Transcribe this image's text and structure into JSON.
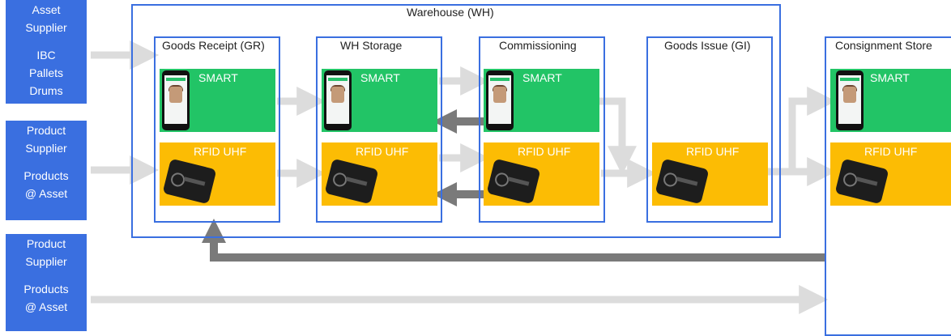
{
  "warehouse": {
    "title": "Warehouse (WH)"
  },
  "suppliers": [
    {
      "title_lines": [
        "Asset",
        "Supplier"
      ],
      "item_lines": [
        "IBC",
        "Pallets",
        "Drums"
      ]
    },
    {
      "title_lines": [
        "Product",
        "Supplier"
      ],
      "item_lines": [
        "Products",
        "@ Asset"
      ]
    },
    {
      "title_lines": [
        "Product",
        "Supplier"
      ],
      "item_lines": [
        "Products",
        "@ Asset"
      ]
    }
  ],
  "stages": [
    {
      "title": "Goods Receipt (GR)",
      "smart": "SMART",
      "rfid": "RFID UHF"
    },
    {
      "title": "WH Storage",
      "smart": "SMART",
      "rfid": "RFID UHF"
    },
    {
      "title": "Commissioning",
      "smart": "SMART",
      "rfid": "RFID UHF"
    },
    {
      "title": "Goods Issue (GI)",
      "smart": "",
      "rfid": "RFID UHF"
    },
    {
      "title": "Consignment Store",
      "smart": "SMART",
      "rfid": "RFID UHF"
    }
  ],
  "colors": {
    "supplier_box": "#3a6fe0",
    "frame_border": "#3a6fe0",
    "smart_tile": "#22c466",
    "rfid_tile": "#fcbc04",
    "flow_arrow": "#dcdcdc",
    "return_arrow": "#7a7a7a"
  },
  "icons": {
    "smart_device": "smartphone-icon",
    "rfid_device": "rfid-reader-icon"
  }
}
